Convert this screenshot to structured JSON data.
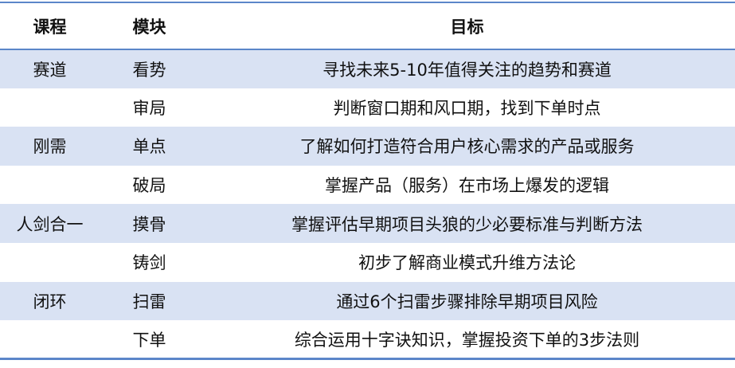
{
  "headers": {
    "course": "课程",
    "module": "模块",
    "goal": "目标"
  },
  "rows": [
    {
      "course": "赛道",
      "module": "看势",
      "goal": "寻找未来5-10年值得关注的趋势和赛道"
    },
    {
      "course": "",
      "module": "审局",
      "goal": "判断窗口期和风口期，找到下单时点"
    },
    {
      "course": "刚需",
      "module": "单点",
      "goal": "了解如何打造符合用户核心需求的产品或服务"
    },
    {
      "course": "",
      "module": "破局",
      "goal": "掌握产品（服务）在市场上爆发的逻辑"
    },
    {
      "course": "人剑合一",
      "module": "摸骨",
      "goal": "掌握评估早期项目头狼的少必要标准与判断方法"
    },
    {
      "course": "",
      "module": "铸剑",
      "goal": "初步了解商业模式升维方法论"
    },
    {
      "course": "闭环",
      "module": "扫雷",
      "goal": "通过6个扫雷步骤排除早期项目风险"
    },
    {
      "course": "",
      "module": "下单",
      "goal": "综合运用十字诀知识，掌握投资下单的3步法则"
    }
  ],
  "colors": {
    "accent_line": "#5b86c9",
    "shaded_row": "#d9e2f3"
  }
}
